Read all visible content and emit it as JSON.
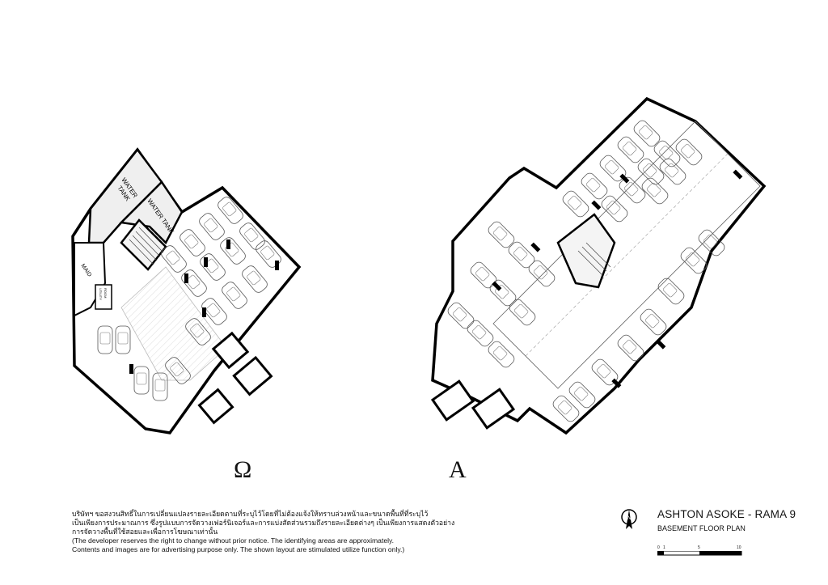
{
  "plan_left": {
    "rooms": {
      "water_tank_1": [
        "WATER",
        "TANK"
      ],
      "water_tank_2": "WATER TANK",
      "maid": "MAID",
      "utility": [
        "UTILITY",
        "ROOM"
      ]
    },
    "zone_label": "Ω"
  },
  "plan_right": {
    "zone_label": "A"
  },
  "disclaimer": {
    "thai_lines": [
      "บริษัทฯ ขอสงวนสิทธิ์ในการเปลี่ยนแปลงรายละเอียดตามที่ระบุไว้โดยที่ไม่ต้องแจ้งให้ทราบล่วงหน้าและขนาดพื้นที่ที่ระบุไว้",
      "เป็นเพียงการประมาณการ ซึ่งรูปแบบการจัดวางเฟอร์นิเจอร์และการแบ่งสัดส่วนรวมถึงรายละเอียดต่างๆ เป็นเพียงการแสดงตัวอย่าง",
      "การจัดวางพื้นที่ใช้สอยและเพื่อการโฆษณาเท่านั้น"
    ],
    "english_lines": [
      "(The developer reserves the right to change without prior notice. The identifying areas are approximately.",
      "Contents and images are for advertising purpose only. The shown layout are stimulated utilize function only.)"
    ]
  },
  "title_block": {
    "north_label": "N",
    "project": "ASHTON ASOKE - RAMA 9",
    "subtitle": "BASEMENT FLOOR PLAN",
    "scale_ticks": [
      "0",
      "1",
      "5",
      "10"
    ]
  },
  "colors": {
    "wall": "#000000",
    "core_fill": "#d9d9d9",
    "line": "#555555"
  }
}
